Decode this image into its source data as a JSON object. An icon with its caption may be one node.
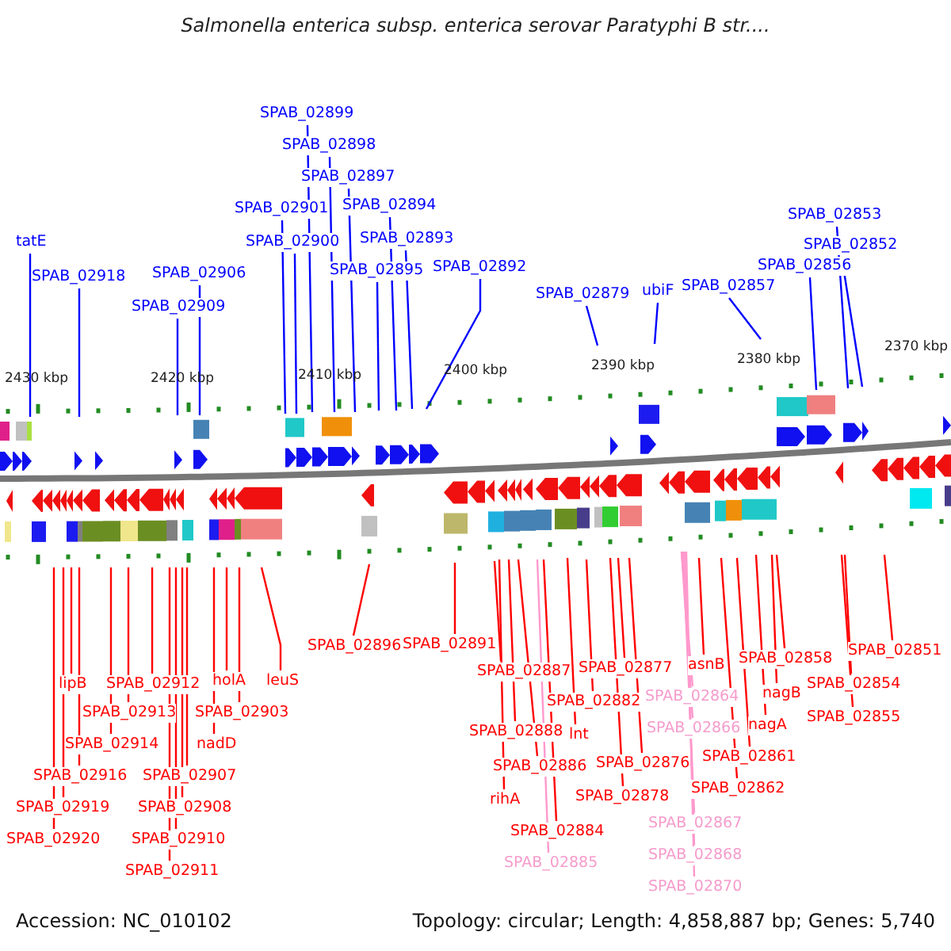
{
  "diagram": {
    "title": "Salmonella enterica subsp. enterica serovar Paratyphi B str....",
    "nodes": [
      {
        "text": [
          "SPAB_02899"
        ]
      },
      {
        "text": [
          "SPAB_02898"
        ]
      },
      {
        "text": [
          "SPAB_02897"
        ]
      },
      {
        "text": [
          "SPAB_02901"
        ]
      },
      {
        "text": [
          "SPAB_02894"
        ]
      },
      {
        "text": [
          "tatE"
        ]
      },
      {
        "text": [
          "SPAB_02900"
        ]
      },
      {
        "text": [
          "SPAB_02893"
        ]
      },
      {
        "text": [
          "SPAB_02853"
        ]
      },
      {
        "text": [
          "SPAB_02852"
        ]
      },
      {
        "text": [
          "SPAB_02906"
        ]
      },
      {
        "text": [
          "SPAB_02918"
        ]
      },
      {
        "text": [
          "SPAB_02895"
        ]
      },
      {
        "text": [
          "SPAB_02892"
        ]
      },
      {
        "text": [
          "SPAB_02856"
        ]
      },
      {
        "text": [
          "SPAB_02857"
        ]
      },
      {
        "text": [
          "ubiF"
        ]
      },
      {
        "text": [
          "SPAB_02879"
        ]
      },
      {
        "text": [
          "SPAB_02909"
        ]
      },
      {
        "text": [
          "SPAB_02896"
        ]
      },
      {
        "text": [
          "SPAB_02891"
        ]
      },
      {
        "text": [
          "SPAB_02851"
        ]
      },
      {
        "text": [
          "SPAB_02858"
        ]
      },
      {
        "text": [
          "asnB"
        ]
      },
      {
        "text": [
          "SPAB_02877"
        ]
      },
      {
        "text": [
          "SPAB_02887"
        ]
      },
      {
        "text": [
          "leuS"
        ]
      },
      {
        "text": [
          "holA"
        ]
      },
      {
        "text": [
          "SPAB_02912"
        ]
      },
      {
        "text": [
          "lipB"
        ]
      },
      {
        "text": [
          "SPAB_02854"
        ]
      },
      {
        "text": [
          "nagB"
        ]
      },
      {
        "text": [
          "SPAB_02882"
        ]
      },
      {
        "text": [
          "SPAB_02864"
        ]
      },
      {
        "text": [
          "SPAB_02913"
        ]
      },
      {
        "text": [
          "SPAB_02903"
        ]
      },
      {
        "text": [
          "SPAB_02855"
        ]
      },
      {
        "text": [
          "nagA"
        ]
      },
      {
        "text": [
          "SPAB_02888"
        ]
      },
      {
        "text": [
          "lnt"
        ]
      },
      {
        "text": [
          "SPAB_02866"
        ]
      },
      {
        "text": [
          "SPAB_02914"
        ]
      },
      {
        "text": [
          "nadD"
        ]
      },
      {
        "text": [
          "SPAB_02861"
        ]
      },
      {
        "text": [
          "SPAB_02876"
        ]
      },
      {
        "text": [
          "SPAB_02886"
        ]
      },
      {
        "text": [
          "SPAB_02916"
        ]
      },
      {
        "text": [
          "SPAB_02907"
        ]
      },
      {
        "text": [
          "SPAB_02862"
        ]
      },
      {
        "text": [
          "SPAB_02878"
        ]
      },
      {
        "text": [
          "rihA"
        ]
      },
      {
        "text": [
          "SPAB_02919"
        ]
      },
      {
        "text": [
          "SPAB_02908"
        ]
      },
      {
        "text": [
          "SPAB_02884"
        ]
      },
      {
        "text": [
          "SPAB_02867"
        ]
      },
      {
        "text": [
          "SPAB_02920"
        ]
      },
      {
        "text": [
          "SPAB_02910"
        ]
      },
      {
        "text": [
          "SPAB_02885"
        ]
      },
      {
        "text": [
          "SPAB_02868"
        ]
      },
      {
        "text": [
          "SPAB_02911"
        ]
      },
      {
        "text": [
          "SPAB_02870"
        ]
      }
    ],
    "edges": [
      {
        "from": 0,
        "to": null,
        "arrow": "none",
        "color": "#0000ff"
      },
      {
        "from": 1,
        "to": null,
        "arrow": "none",
        "color": "#0000ff"
      },
      {
        "from": 2,
        "to": null,
        "arrow": "none",
        "color": "#0000ff"
      },
      {
        "from": 3,
        "to": null,
        "arrow": "none",
        "color": "#0000ff"
      },
      {
        "from": 4,
        "to": null,
        "arrow": "none",
        "color": "#0000ff"
      },
      {
        "from": 5,
        "to": null,
        "arrow": "none",
        "color": "#0000ff"
      },
      {
        "from": 6,
        "to": null,
        "arrow": "none",
        "color": "#0000ff"
      },
      {
        "from": 7,
        "to": null,
        "arrow": "none",
        "color": "#0000ff"
      },
      {
        "from": 8,
        "to": null,
        "arrow": "none",
        "color": "#0000ff"
      },
      {
        "from": 9,
        "to": null,
        "arrow": "none",
        "color": "#0000ff"
      },
      {
        "from": 10,
        "to": null,
        "arrow": "none",
        "color": "#0000ff"
      },
      {
        "from": 11,
        "to": null,
        "arrow": "none",
        "color": "#0000ff"
      },
      {
        "from": 12,
        "to": null,
        "arrow": "none",
        "color": "#0000ff"
      },
      {
        "from": 13,
        "to": null,
        "arrow": "none",
        "color": "#0000ff"
      },
      {
        "from": 14,
        "to": null,
        "arrow": "none",
        "color": "#0000ff"
      },
      {
        "from": 15,
        "to": null,
        "arrow": "none",
        "color": "#0000ff"
      },
      {
        "from": 16,
        "to": null,
        "arrow": "none",
        "color": "#0000ff"
      },
      {
        "from": 17,
        "to": null,
        "arrow": "none",
        "color": "#0000ff"
      },
      {
        "from": 18,
        "to": null,
        "arrow": "none",
        "color": "#0000ff"
      },
      {
        "from": 19,
        "to": null,
        "arrow": "none"
      },
      {
        "from": 20,
        "to": null,
        "arrow": "none"
      },
      {
        "from": 21,
        "to": null,
        "arrow": "none"
      },
      {
        "from": 22,
        "to": null,
        "arrow": "none"
      },
      {
        "from": 23,
        "to": null,
        "arrow": "none"
      },
      {
        "from": 24,
        "to": null,
        "arrow": "none"
      },
      {
        "from": 25,
        "to": null,
        "arrow": "none"
      },
      {
        "from": 26,
        "to": null,
        "arrow": "none"
      },
      {
        "from": 27,
        "to": null,
        "arrow": "none"
      },
      {
        "from": 28,
        "to": null,
        "arrow": "none"
      },
      {
        "from": 29,
        "to": null,
        "arrow": "none"
      },
      {
        "from": 30,
        "to": null,
        "arrow": "none"
      },
      {
        "from": 31,
        "to": null,
        "arrow": "none"
      },
      {
        "from": 32,
        "to": null,
        "arrow": "none"
      },
      {
        "from": 33,
        "to": null,
        "arrow": "none",
        "color": "#ff99cc"
      },
      {
        "from": 34,
        "to": null,
        "arrow": "none"
      },
      {
        "from": 35,
        "to": null,
        "arrow": "none"
      },
      {
        "from": 36,
        "to": null,
        "arrow": "none"
      },
      {
        "from": 37,
        "to": null,
        "arrow": "none"
      },
      {
        "from": 38,
        "to": null,
        "arrow": "none"
      },
      {
        "from": 39,
        "to": null,
        "arrow": "none"
      },
      {
        "from": 40,
        "to": null,
        "arrow": "none",
        "color": "#ff99cc"
      },
      {
        "from": 41,
        "to": null,
        "arrow": "none"
      },
      {
        "from": 42,
        "to": null,
        "arrow": "none"
      },
      {
        "from": 43,
        "to": null,
        "arrow": "none"
      },
      {
        "from": 44,
        "to": null,
        "arrow": "none"
      },
      {
        "from": 45,
        "to": null,
        "arrow": "none"
      },
      {
        "from": 46,
        "to": null,
        "arrow": "none"
      },
      {
        "from": 47,
        "to": null,
        "arrow": "none"
      },
      {
        "from": 48,
        "to": null,
        "arrow": "none"
      },
      {
        "from": 49,
        "to": null,
        "arrow": "none"
      },
      {
        "from": 50,
        "to": null,
        "arrow": "none"
      },
      {
        "from": 51,
        "to": null,
        "arrow": "none"
      },
      {
        "from": 52,
        "to": null,
        "arrow": "none"
      },
      {
        "from": 53,
        "to": null,
        "arrow": "none"
      },
      {
        "from": 54,
        "to": null,
        "arrow": "none",
        "color": "#ff99cc"
      },
      {
        "from": 55,
        "to": null,
        "arrow": "none"
      },
      {
        "from": 56,
        "to": null,
        "arrow": "none"
      },
      {
        "from": 57,
        "to": null,
        "arrow": "none",
        "color": "#ff99cc"
      },
      {
        "from": 58,
        "to": null,
        "arrow": "none",
        "color": "#ff99cc"
      },
      {
        "from": 59,
        "to": null,
        "arrow": "none"
      },
      {
        "from": 60,
        "to": null,
        "arrow": "none",
        "color": "#ff99cc"
      }
    ],
    "labels": [
      "2430 kbp",
      "2420 kbp",
      "2410 kbp",
      "2400 kbp",
      "2390 kbp",
      "2380 kbp",
      "2370 kbp",
      "Accession: NC_010102",
      "Topology: circular; Length: 4,858,887 bp; Genes: 5,740"
    ]
  }
}
